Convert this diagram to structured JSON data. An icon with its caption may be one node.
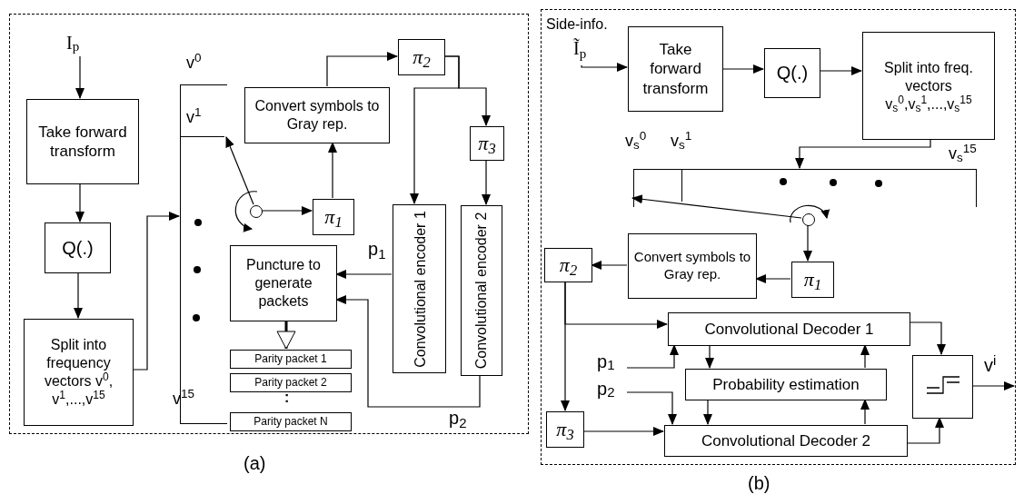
{
  "diagram": {
    "nodes": [
      {
        "text": [],
        "shape": "box"
      },
      {
        "text": [
          "I$_{p}$"
        ],
        "in": 0
      },
      {
        "text": [
          "Take forward transform"
        ],
        "in": 0
      },
      {
        "text": [
          "Q(.)"
        ],
        "in": 0
      },
      {
        "text": [
          "Split into frequency vectors v$^{0}$, v$^{1}$,...,v$^{15}$"
        ],
        "in": 0
      },
      {
        "text": [],
        "shape": "bar",
        "in": 0
      },
      {
        "text": [],
        "shape": "circle",
        "in": 0
      },
      {
        "text": [
          "π$_{1}$"
        ],
        "in": 0
      },
      {
        "text": [
          "Convert symbols to Gray rep."
        ],
        "in": 0
      },
      {
        "text": [
          "π$_{2}$"
        ],
        "in": 0
      },
      {
        "text": [
          "π$_{3}$"
        ],
        "in": 0
      },
      {
        "text": [
          "Convolutional encoder 1"
        ],
        "in": 0
      },
      {
        "text": [
          "Convolutional encoder 2"
        ],
        "in": 0
      },
      {
        "text": [
          "Puncture to generate packets"
        ],
        "in": 0
      },
      {
        "text": [
          "Parity packet 1"
        ],
        "in": 0
      },
      {
        "text": [
          "Parity packet 2"
        ],
        "in": 0
      },
      {
        "text": [
          "Parity packet N"
        ],
        "in": 0
      },
      {
        "text": [],
        "shape": "box"
      },
      {
        "text": [
          "Side-info.",
          "Ĩ$_{p}$"
        ],
        "in": 17
      },
      {
        "text": [
          "Take forward transform"
        ],
        "in": 17
      },
      {
        "text": [
          "Q(.)"
        ],
        "in": 17
      },
      {
        "text": [
          "Split into freq. vectors v$_{s}$$^{0}$,v$_{s}$$^{1}$,...,v$_{s}$$^{15}$"
        ],
        "in": 17
      },
      {
        "text": [],
        "shape": "bar",
        "in": 17
      },
      {
        "text": [],
        "shape": "circle",
        "in": 17
      },
      {
        "text": [
          "π$_{1}$"
        ],
        "in": 17
      },
      {
        "text": [
          "Convert symbols to Gray rep."
        ],
        "in": 17
      },
      {
        "text": [
          "π$_{2}$"
        ],
        "in": 17
      },
      {
        "text": [
          "π$_{3}$"
        ],
        "in": 17
      },
      {
        "text": [
          "Convolutional Decoder 1"
        ],
        "in": 17
      },
      {
        "text": [
          "Probability estimation"
        ],
        "in": 17
      },
      {
        "text": [
          "Convolutional Decoder 2"
        ],
        "in": 17
      },
      {
        "text": [],
        "shape": "box",
        "in": 17
      },
      {
        "text": [
          "p$_{1}$"
        ],
        "in": 17
      },
      {
        "text": [
          "p$_{2}$"
        ],
        "in": 17
      }
    ],
    "edges": [
      {
        "from": 1,
        "to": 2,
        "arrow": "to"
      },
      {
        "from": 2,
        "to": 3,
        "arrow": "to"
      },
      {
        "from": 3,
        "to": 4,
        "arrow": "to"
      },
      {
        "from": 4,
        "to": 5,
        "arrow": "to"
      },
      {
        "from": 6,
        "to": 5,
        "arrow": "to"
      },
      {
        "from": 6,
        "to": 7,
        "arrow": "to"
      },
      {
        "from": 7,
        "to": 8,
        "arrow": "to"
      },
      {
        "from": 8,
        "to": 9,
        "arrow": "to"
      },
      {
        "from": 9,
        "to": 11,
        "arrow": "to"
      },
      {
        "from": 9,
        "to": 10,
        "arrow": "to"
      },
      {
        "from": 10,
        "to": 12,
        "arrow": "to"
      },
      {
        "from": 11,
        "to": 13,
        "arrow": "to",
        "label": "p$_{1}$"
      },
      {
        "from": 12,
        "to": 13,
        "arrow": "to",
        "label": "p$_{2}$"
      },
      {
        "from": 13,
        "to": 14,
        "arrow": "to",
        "style": "thick"
      },
      {
        "from": 18,
        "to": 19,
        "arrow": "to"
      },
      {
        "from": 19,
        "to": 20,
        "arrow": "to"
      },
      {
        "from": 20,
        "to": 21,
        "arrow": "to"
      },
      {
        "from": 21,
        "to": 22,
        "arrow": "to"
      },
      {
        "from": 23,
        "to": 22,
        "arrow": "to"
      },
      {
        "from": 23,
        "to": 24,
        "arrow": "to"
      },
      {
        "from": 24,
        "to": 25,
        "arrow": "to"
      },
      {
        "from": 25,
        "to": 26,
        "arrow": "to"
      },
      {
        "from": 26,
        "to": 28,
        "arrow": "to"
      },
      {
        "from": 26,
        "to": 27,
        "arrow": "to"
      },
      {
        "from": 27,
        "to": 30,
        "arrow": "to"
      },
      {
        "from": 32,
        "to": 28,
        "arrow": "to"
      },
      {
        "from": 33,
        "to": 30,
        "arrow": "to"
      },
      {
        "from": 28,
        "to": 29,
        "arrow": "to"
      },
      {
        "from": 29,
        "to": 30,
        "arrow": "to"
      },
      {
        "from": 30,
        "to": 29,
        "arrow": "to"
      },
      {
        "from": 29,
        "to": 28,
        "arrow": "to"
      },
      {
        "from": 28,
        "to": 31,
        "arrow": "to"
      },
      {
        "from": 30,
        "to": 31,
        "arrow": "to"
      },
      {
        "from": 31,
        "to": null,
        "arrow": "to",
        "label": "v$^{i}$"
      }
    ],
    "labels": [
      "v$^{0}$",
      "v$^{1}$",
      "v$^{15}$",
      ":",
      "(a)",
      "v$_{s}$$^{0}$",
      "v$_{s}$$^{1}$",
      "v$_{s}$$^{15}$",
      "(b)"
    ]
  }
}
